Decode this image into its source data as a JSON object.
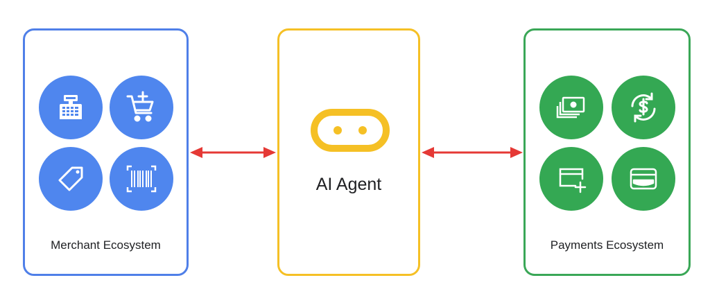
{
  "merchant": {
    "label": "Merchant Ecosystem",
    "icons": [
      "cash-register-icon",
      "add-to-cart-icon",
      "price-tag-icon",
      "barcode-scanner-icon"
    ]
  },
  "agent": {
    "label": "AI Agent",
    "icon": "robot-face-icon"
  },
  "payments": {
    "label": "Payments Ecosystem",
    "icons": [
      "cash-stack-icon",
      "currency-exchange-icon",
      "add-card-icon",
      "wallet-icon"
    ]
  },
  "colors": {
    "merchant_border": "#4f7fe8",
    "merchant_icon_bg": "#4f86ee",
    "agent_border": "#f5c025",
    "payments_border": "#3aa757",
    "payments_icon_bg": "#34a853",
    "arrow": "#e53935"
  }
}
